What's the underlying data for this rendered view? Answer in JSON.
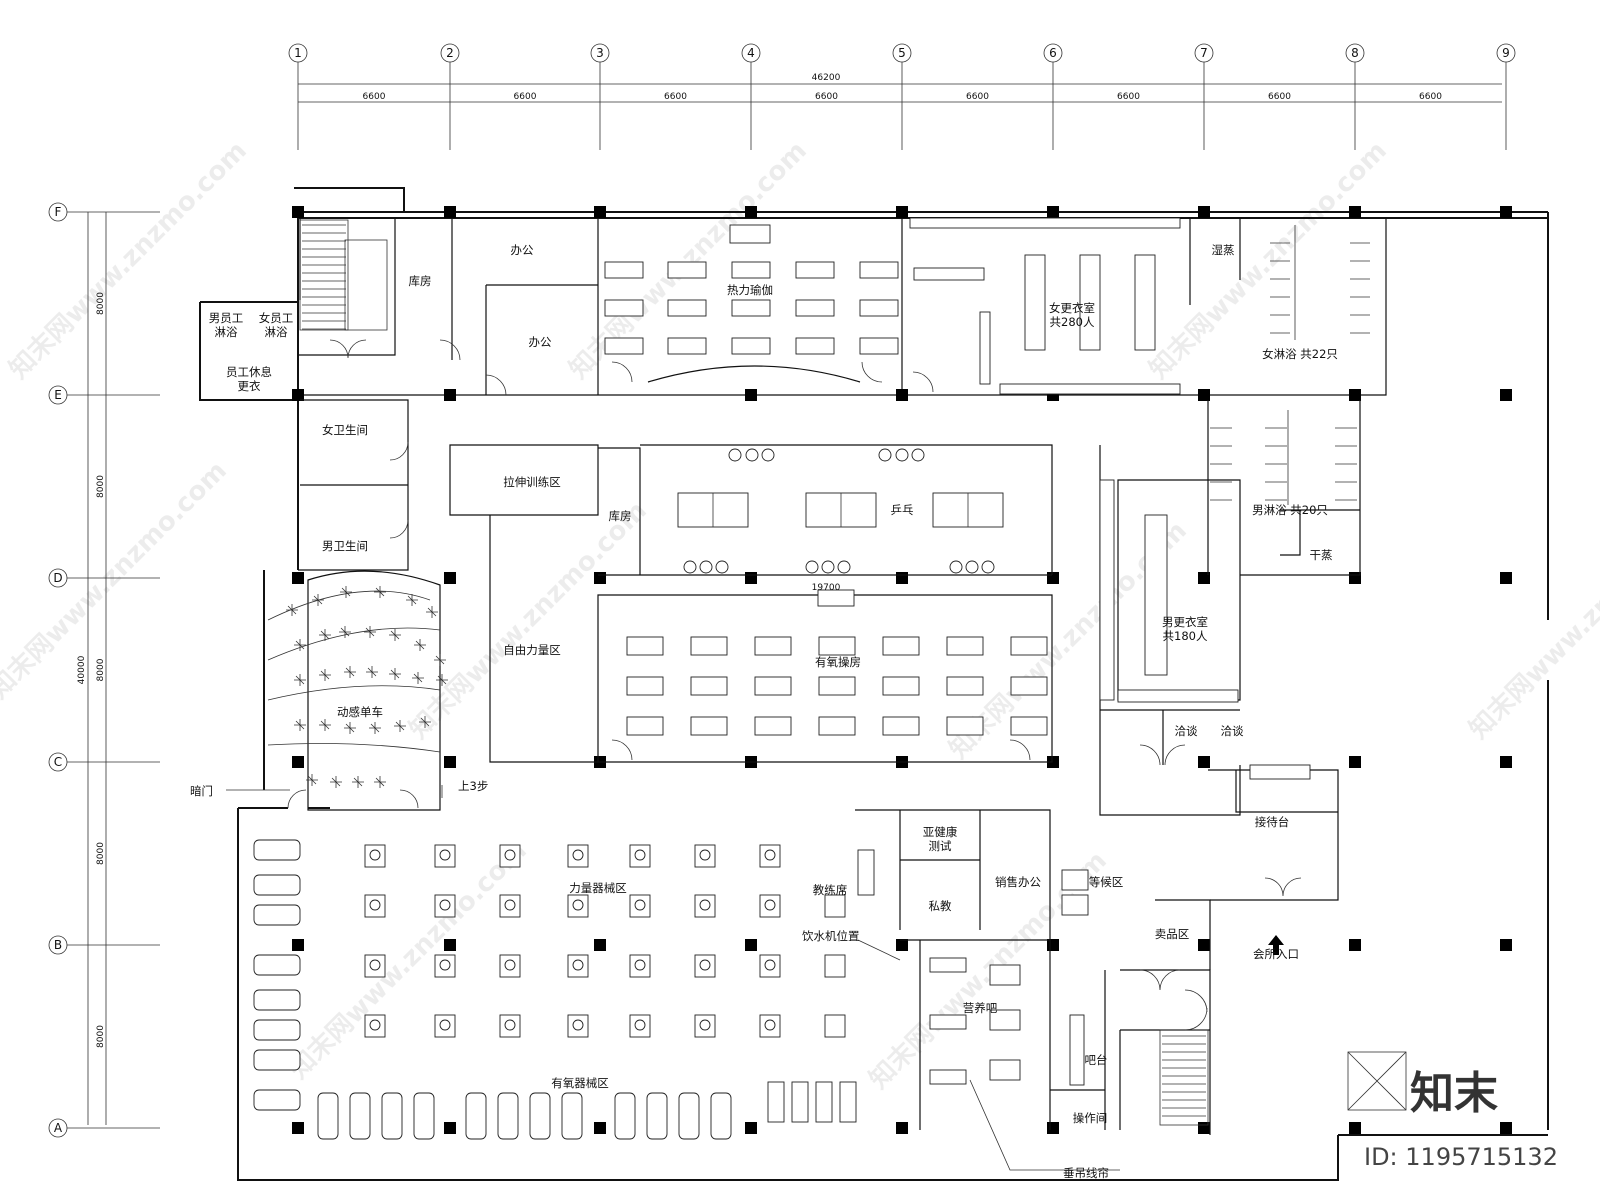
{
  "axes": {
    "columns": [
      "1",
      "2",
      "3",
      "4",
      "5",
      "6",
      "7",
      "8",
      "9"
    ],
    "rows": [
      "F",
      "E",
      "D",
      "C",
      "B",
      "A"
    ]
  },
  "dimensions": {
    "total_width": "46200",
    "bay_widths": [
      "6600",
      "6600",
      "6600",
      "6600",
      "6600",
      "6600",
      "6600",
      "6600"
    ],
    "total_depth": "40000",
    "bay_depths": [
      "8000",
      "8000",
      "8000",
      "8000",
      "8000"
    ],
    "corridor_span": "19700"
  },
  "rooms": {
    "office_1": "办公",
    "office_2": "办公",
    "storage_1": "库房",
    "storage_2": "库房",
    "staff_male_shower": "男员工\n淋浴",
    "staff_female_shower": "女员工\n淋浴",
    "staff_rest": "员工休息\n更衣",
    "hot_yoga": "热力瑜伽",
    "womens_locker": "女更衣室\n共280人",
    "sauna_wet": "湿蒸",
    "womens_shower": "女淋浴 共22只",
    "womens_toilet": "女卫生间",
    "mens_toilet": "男卫生间",
    "stretch_zone": "拉伸训练区",
    "table_tennis": "乒乓",
    "free_weights": "自由力量区",
    "aerobics_room": "有氧操房",
    "mens_shower": "男淋浴 共20只",
    "sauna_dry": "干蒸",
    "mens_locker": "男更衣室\n共180人",
    "spinning": "动感单车",
    "up_steps": "上3步",
    "hidden_door": "暗门",
    "negotiation_1": "洽谈",
    "negotiation_2": "洽谈",
    "reception": "接待台",
    "sub_health": "亚健康\n测试",
    "coach_seat": "教练席",
    "private_coach": "私教",
    "sales_office": "销售办公",
    "waiting_area": "等候区",
    "strength_zone": "力量器械区",
    "water_dispenser": "饮水机位置",
    "retail_area": "卖品区",
    "club_entrance": "会所入口",
    "nutrition_bar": "营养吧",
    "bar_counter": "吧台",
    "operation_room": "操作间",
    "cardio_zone": "有氧器械区",
    "bead_curtain": "垂吊线帘"
  },
  "watermark": {
    "site_text": "知末网www.znzmo.com",
    "logo_text": "知末",
    "id_text": "ID: 1195715132"
  }
}
